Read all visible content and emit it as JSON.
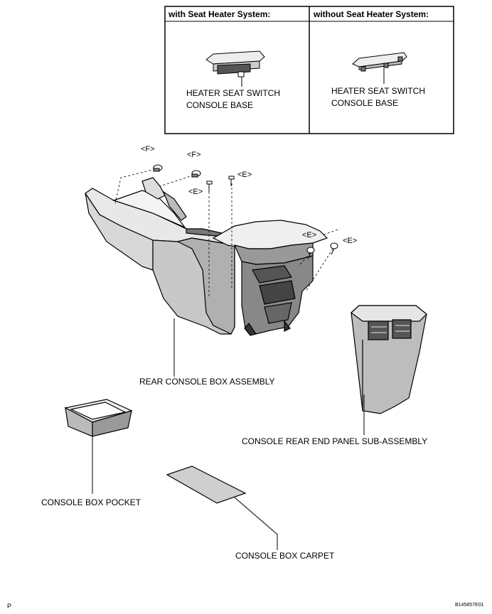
{
  "inset": {
    "left_header": "with Seat Heater System:",
    "right_header": "without Seat Heater System:",
    "left_label_line1": "HEATER SEAT SWITCH",
    "left_label_line2": "CONSOLE BASE",
    "right_label_line1": "HEATER SEAT SWITCH",
    "right_label_line2": "CONSOLE BASE"
  },
  "fastener_tags": {
    "f1": "<F>",
    "f2": "<F>",
    "e1": "<E>",
    "e2": "<E>",
    "e3": "<E>",
    "e4": "<E>"
  },
  "parts": {
    "rear_console_box": "REAR CONSOLE BOX ASSEMBLY",
    "rear_end_panel": "CONSOLE REAR END PANEL SUB-ASSEMBLY",
    "box_pocket": "CONSOLE BOX POCKET",
    "box_carpet": "CONSOLE BOX CARPET"
  },
  "footer": {
    "left_mark": "P",
    "figure_id": "B145857E01"
  }
}
